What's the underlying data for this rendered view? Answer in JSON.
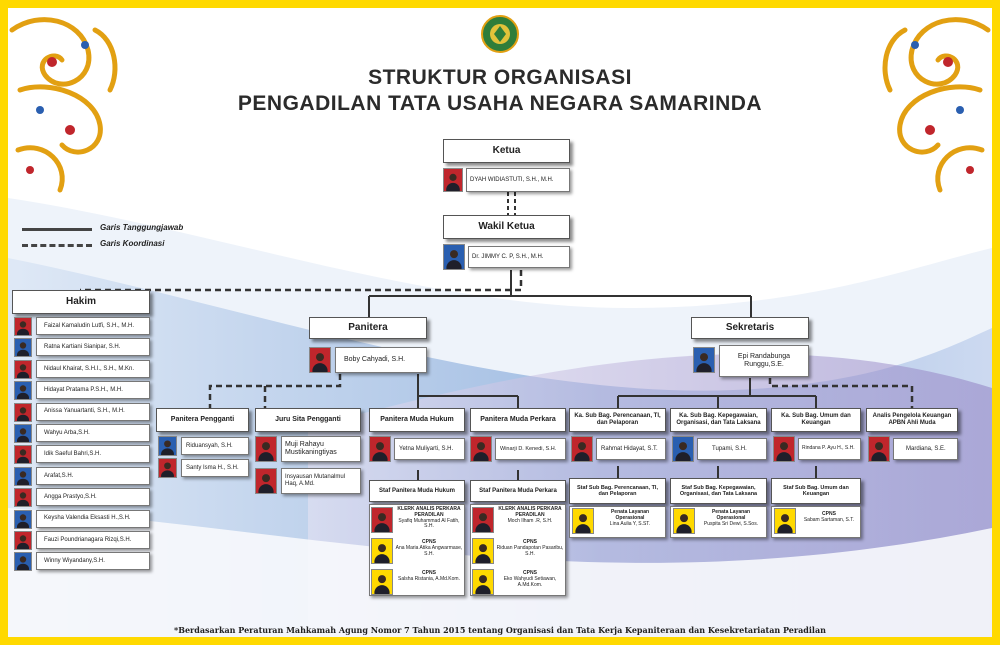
{
  "title": {
    "line1": "STRUKTUR ORGANISASI",
    "line2": "PENGADILAN TATA USAHA NEGARA SAMARINDA"
  },
  "legend": {
    "solid": "Garis Tanggungjawab",
    "dashed": "Garis Koordinasi"
  },
  "ketua": {
    "label": "Ketua",
    "name": "DYAH WIDIASTUTI, S.H., M.H."
  },
  "wakil": {
    "label": "Wakil Ketua",
    "name": "Dr. JIMMY C. P, S.H., M.H."
  },
  "hakim": {
    "label": "Hakim",
    "members": [
      "Faizal Kamaludin Lutfi, S.H., M.H.",
      "Ratna Kartiani Sianipar, S.H.",
      "Nidaul Khairat, S.H.I., S.H., M.Kn.",
      "Hidayat Pratama P.S.H., M.H.",
      "Anissa Yanuartanti, S.H., M.H.",
      "Wahyu Arba,S.H.",
      "Idik Saeful Bahri,S.H.",
      "Arafat,S.H.",
      "Angga Prastyo,S.H.",
      "Keysha Valendia Eksasti H.,S.H.",
      "Fauzi Poundrianagara Rizqi,S.H.",
      "Winny Wiyandany,S.H."
    ]
  },
  "panitera": {
    "label": "Panitera",
    "name": "Boby Cahyadi, S.H."
  },
  "sekretaris": {
    "label": "Sekretaris",
    "name_line1": "Epi Randabunga",
    "name_line2": "Runggu,S.E."
  },
  "panitera_pengganti": {
    "label": "Panitera Pengganti",
    "members": [
      "Riduansyah, S.H.",
      "Santy Isma H., S.H."
    ]
  },
  "jurusita": {
    "label": "Juru Sita Pengganti",
    "members": [
      {
        "l1": "Muji Rahayu",
        "l2": "Mustikaningtiyas"
      },
      {
        "l1": "Insyausan Mutanalmul",
        "l2": "Haq, A.Md."
      }
    ]
  },
  "pm_hukum": {
    "label": "Panitera Muda Hukum",
    "name": "Yetna Muliyarti, S.H.",
    "staf_label": "Staf Panitera Muda Hukum",
    "staff": [
      {
        "role": "KLERK ANALIS PERKARA PERADILAN",
        "name": "Syafiq Muhammad Al Fatih, S.H."
      },
      {
        "role": "CPNS",
        "name": "Ana Maria Atika Angwarmase, S.H."
      },
      {
        "role": "CPNS",
        "name": "Salsha Ristania, A.Md.Kom."
      }
    ]
  },
  "pm_perkara": {
    "label": "Panitera Muda Perkara",
    "name": "Winarji D. Kenedi, S.H.",
    "staf_label": "Staf Panitera Muda Perkara",
    "staff": [
      {
        "role": "KLERK ANALIS PERKARA PERADILAN",
        "name": "Moch Ilham .R, S.H."
      },
      {
        "role": "CPNS",
        "name": "Riduan Pandapotan Pasaribu, S.H."
      },
      {
        "role": "CPNS",
        "name": "Eko Wahyudi Setiawan, A.Md.Kom."
      }
    ]
  },
  "sub_ptip": {
    "label_l1": "Ka. Sub Bag. Perencanaan, TI,",
    "label_l2": "dan Pelaporan",
    "name": "Rahmat Hidayat, S.T.",
    "staf_l1": "Staf Sub Bag. Perencanaan, TI,",
    "staf_l2": "dan Pelaporan",
    "staff_role_l1": "Penata Layanan",
    "staff_role_l2": "Operasional",
    "staff_name": "Lina Aulia Y, S.ST."
  },
  "sub_kepeg": {
    "label_l1": "Ka. Sub Bag. Kepegawaian,",
    "label_l2": "Organisasi, dan Tata Laksana",
    "name": "Tupami, S.H.",
    "staf_l1": "Staf Sub Bag. Kepegawaian,",
    "staf_l2": "Organisasi, dan Tata Laksana",
    "staff_role_l1": "Penata Layanan",
    "staff_role_l2": "Operasional",
    "staff_name": "Puspita Sri Dewi, S.Sos."
  },
  "sub_umum": {
    "label_l1": "Ka. Sub Bag. Umum dan",
    "label_l2": "Keuangan",
    "name": "Rindana P. Ayu H., S.H.",
    "staf_l1": "Staf Sub Bag. Umum dan",
    "staf_l2": "Keuangan",
    "staff_role": "CPNS",
    "staff_name": "Sabam Sartaman, S.T."
  },
  "analis": {
    "label_l1": "Analis Pengelola Keuangan",
    "label_l2": "APBN Ahli Muda",
    "name": "Mardiana, S.E."
  },
  "footnote": "*Berdasarkan Peraturan Mahkamah Agung Nomor 7 Tahun 2015 tentang Organisasi dan Tata Kerja Kepaniteraan dan Kesekretariatan Peradilan",
  "colors": {
    "frame": "#ffd900",
    "photo_bg_red": "#c0262c",
    "photo_bg_blue": "#2a5fb0",
    "swoosh": "#8ea8d8",
    "ornament": "#e2a012"
  },
  "icons": [
    "emblem-icon",
    "dayak-ornament-icon",
    "person-photo-icon"
  ]
}
